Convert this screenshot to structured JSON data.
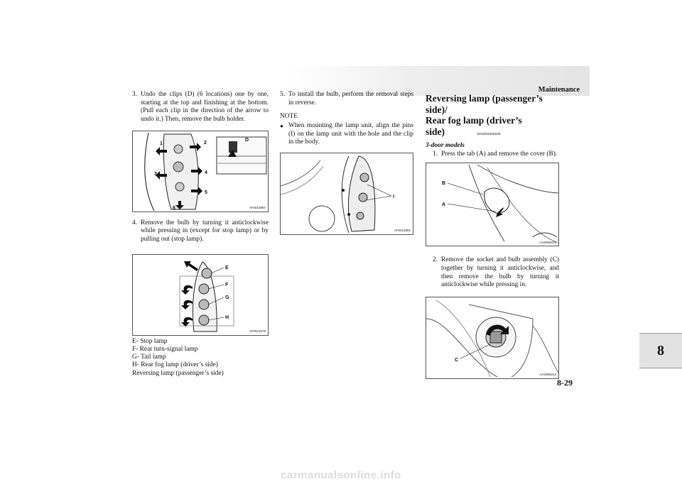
{
  "header": {
    "section_title": "Maintenance"
  },
  "side_tab": {
    "chapter": "8"
  },
  "page_number": "8-29",
  "col1": {
    "step3": {
      "num": "3.",
      "text": "Undo the clips (D) (6 locations) one by one, starting at the top and finishing at the bottom. (Pull each clip in the direction of the arrow to undo it.) Then, remove the bulb holder."
    },
    "fig1": {
      "id": "AF0015867",
      "labels": [
        "1",
        "2",
        "3",
        "4",
        "5",
        "6",
        "D"
      ]
    },
    "step4": {
      "num": "4.",
      "text": "Remove the bulb by turning it anticlockwise while pressing in (except for stop lamp) or by pulling out (stop lamp)."
    },
    "fig2": {
      "id": "AF0013078",
      "labels": [
        "E",
        "F",
        "G",
        "H"
      ]
    },
    "legend": [
      "E- Stop lamp",
      "F- Rear turn-signal lamp",
      "G- Tail lamp",
      "H- Rear fog lamp (driver’s side)",
      "Reversing lamp (passenger’s side)"
    ]
  },
  "col2": {
    "step5": {
      "num": "5.",
      "text": "To install the bulb, perform the removal steps in reverse."
    },
    "note_heading": "NOTE",
    "note_bullet": "●",
    "note_text": "When mounting the lamp unit, align the pins (I) on the lamp unit with the hole and the clip in the body.",
    "fig3": {
      "id": "AF0013081",
      "labels": [
        "I"
      ]
    }
  },
  "col3": {
    "title_line1": "Reversing lamp (passenger’s side)/",
    "title_line2": "Rear fog lamp (driver’s side)",
    "code": "E01004400228",
    "subheading": "3-door models",
    "step1": {
      "num": "1.",
      "text": "Press the tab (A) and remove the cover (B)."
    },
    "fig4": {
      "id": "AA0059231",
      "labels": [
        "B",
        "A"
      ]
    },
    "step2": {
      "num": "2.",
      "text": "Remove the socket and bulb assembly (C) together by turning it anticlockwise, and then remove the bulb by turning it anticlockwise while pressing in."
    },
    "fig5": {
      "id": "AA0059244",
      "labels": [
        "C"
      ]
    }
  },
  "watermark": "carmanualsonline.info"
}
